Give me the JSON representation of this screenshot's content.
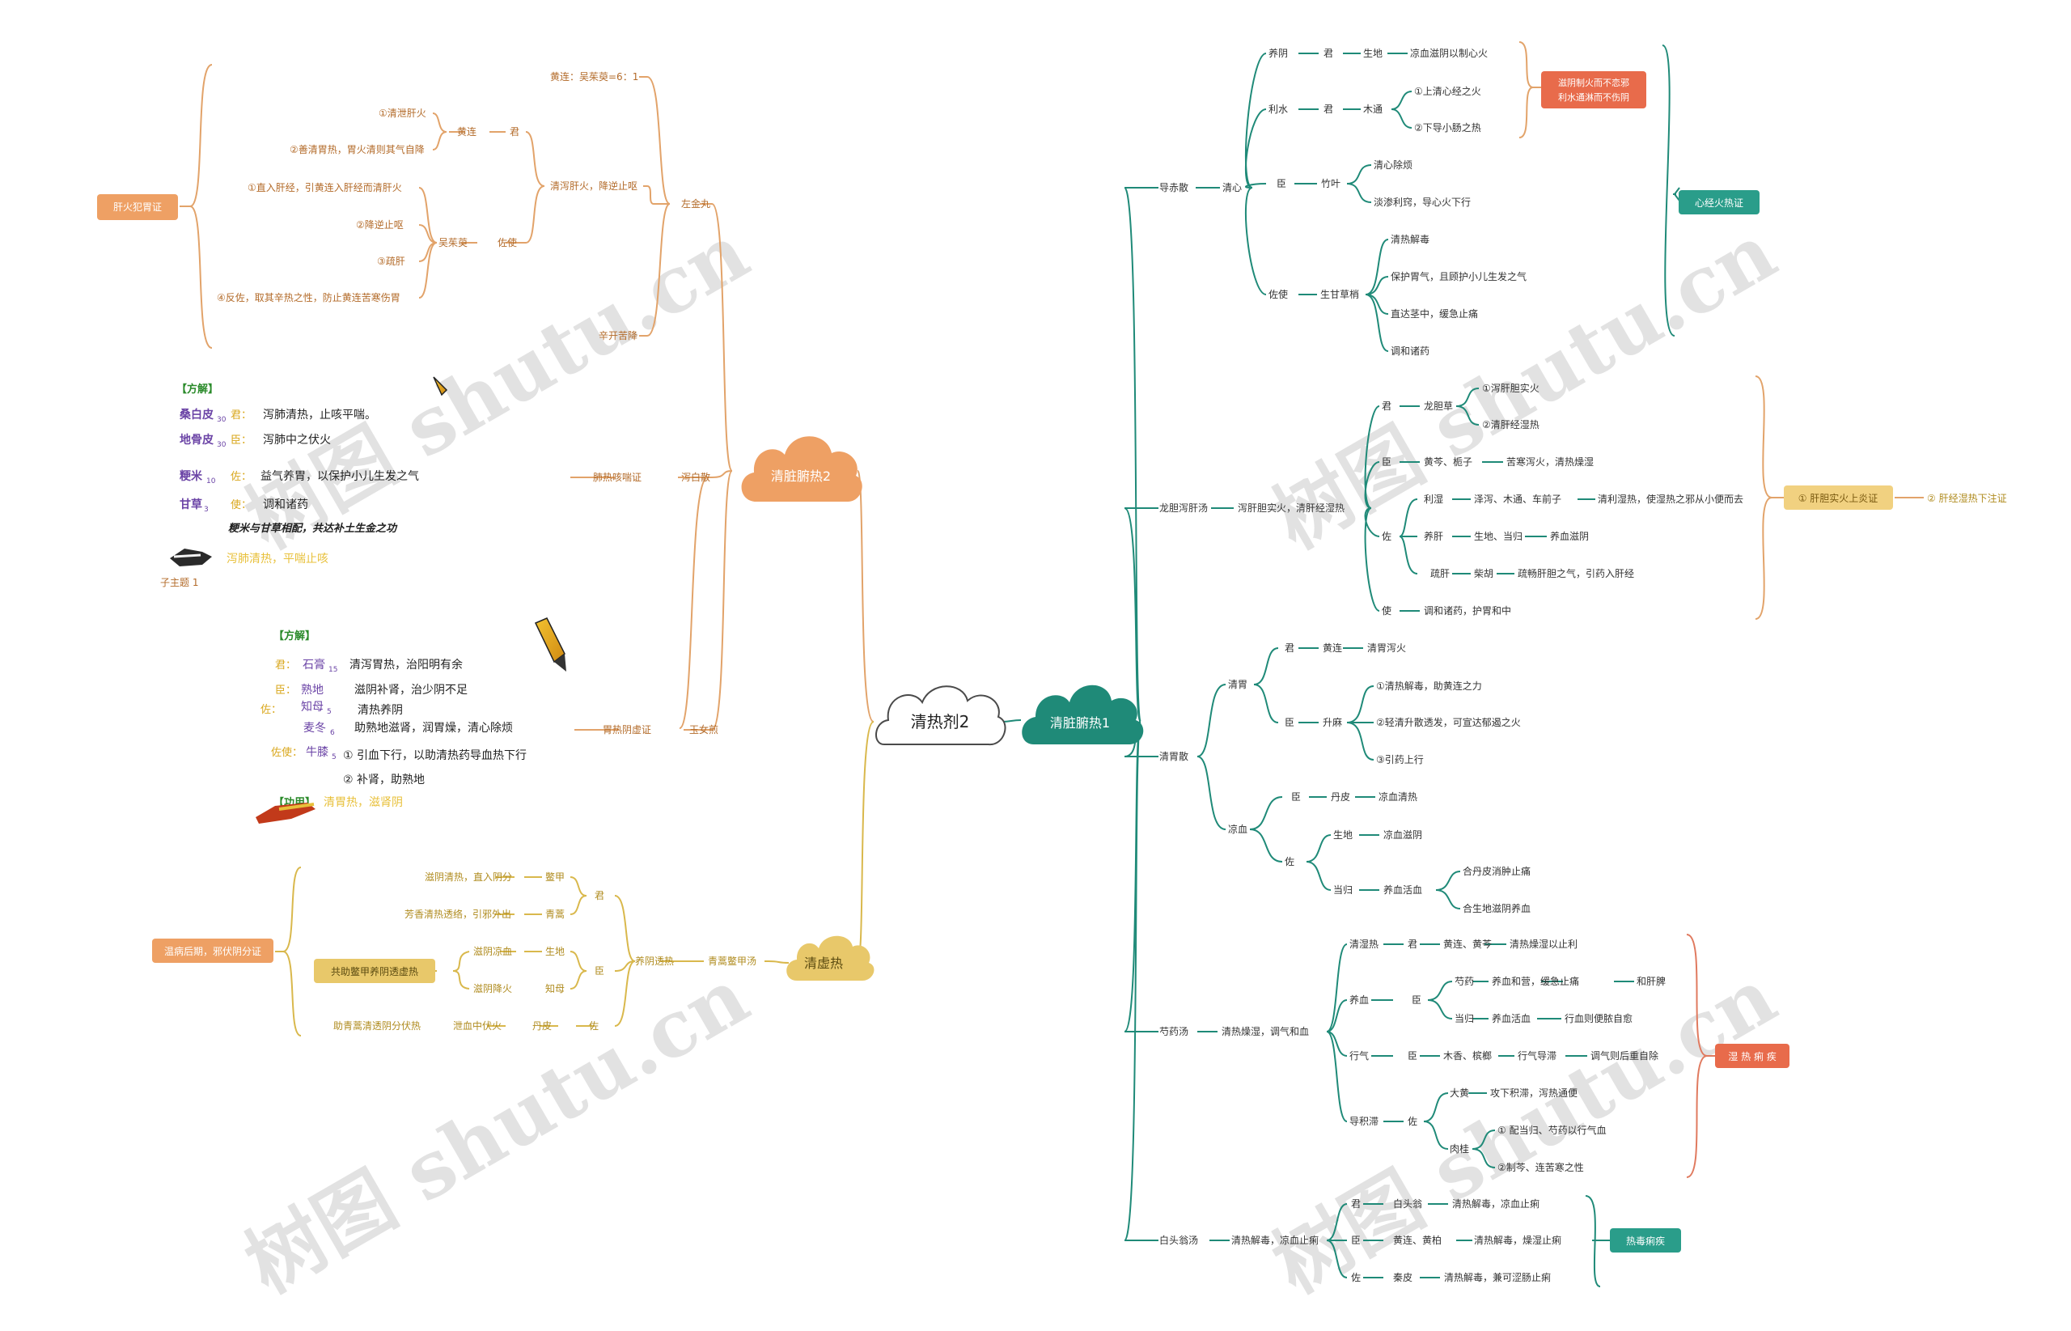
{
  "colors": {
    "green": "#1f8a78",
    "orange": "#e2a36a",
    "yellow": "#d9b84c",
    "purple": "#6b44a6",
    "root_stroke": "#4a4a4a"
  },
  "root": "清热剂2",
  "clouds": {
    "right": "清脏腑热1",
    "left_top": "清脏腑热2",
    "left_bottom": "清虚热"
  },
  "watermark": "树图 shutu.cn",
  "right": {
    "daochi": {
      "name": "导赤散",
      "xin": "清心",
      "yangyin": "养阴",
      "jun1": "君",
      "shengdi": "生地",
      "shengdi_fn": "凉血滋阴以制心火",
      "lishui": "利水",
      "jun2": "君",
      "mutong": "木通",
      "mt1": "①上清心经之火",
      "mt2": "②下导小肠之热",
      "chen": "臣",
      "zhuye": "竹叶",
      "zy1": "清心除烦",
      "zy2": "淡渗利窍，导心火下行",
      "zuoshi": "佐使",
      "gancao": "生甘草梢",
      "gc1": "清热解毒",
      "gc2": "保护胃气，且顾护小儿生发之气",
      "gc3": "直达茎中，缓急止痛",
      "gc4": "调和诸药",
      "box_red": "滋阴制火而不恋邪\n利水通淋而不伤阴",
      "box_green": "心经火热证"
    },
    "longdan": {
      "name": "龙胆泻肝汤",
      "fn": "泻肝胆实火，清肝经湿热",
      "jun": "君",
      "ldc": "龙胆草",
      "ld1": "①泻肝胆实火",
      "ld2": "②清肝经湿热",
      "chen": "臣",
      "hq": "黄芩、栀子",
      "hq_fn": "苦寒泻火，清热燥湿",
      "zuo": "佐",
      "lishi": "利湿",
      "ls_herbs": "泽泻、木通、车前子",
      "ls_fn": "清利湿热，使湿热之邪从小便而去",
      "yanggan": "养肝",
      "yg_herbs": "生地、当归",
      "yg_fn": "养血滋阴",
      "shugan": "疏肝",
      "chaihu": "柴胡",
      "sg_fn": "疏畅肝胆之气，引药入肝经",
      "shi": "使",
      "shi_fn": "调和诸药，护胃和中",
      "box1": "① 肝胆实火上炎证",
      "box2": "② 肝经湿热下注证"
    },
    "qingwei": {
      "name": "清胃散",
      "qw": "清胃",
      "jun": "君",
      "hl": "黄连",
      "hl_fn": "清胃泻火",
      "chen1": "臣",
      "sm": "升麻",
      "sm1": "①清热解毒，助黄连之力",
      "sm2": "②轻清升散透发，可宣达郁遏之火",
      "sm3": "③引药上行",
      "liangxue": "凉血",
      "chen2": "臣",
      "dp": "丹皮",
      "dp_fn": "凉血清热",
      "zuo": "佐",
      "sd": "生地",
      "sd_fn": "凉血滋阴",
      "dg": "当归",
      "dg_fn": "养血活血",
      "dg1": "合丹皮消肿止痛",
      "dg2": "合生地滋阴养血"
    },
    "shaoyao": {
      "name": "芍药汤",
      "fn": "清热燥湿，调气和血",
      "qrzs": "清湿热",
      "jun": "君",
      "herbs1": "黄连、黄芩",
      "fn1": "清热燥湿以止利",
      "yangxue": "养血",
      "chen1": "臣",
      "sy": "芍药",
      "sy_fn": "养血和营，缓急止痛",
      "hegan": "和肝脾",
      "dg": "当归",
      "dg_fn": "养血活血",
      "dg_fn2": "行血则便脓自愈",
      "xingqi": "行气",
      "chen2": "臣",
      "mx": "木香、槟榔",
      "mx_fn": "行气导滞",
      "mx_fn2": "调气则后重自除",
      "daozhi": "导积滞",
      "zuo": "佐",
      "dh": "大黄",
      "dh_fn": "攻下积滞，泻热通便",
      "rg": "肉桂",
      "rg1": "① 配当归、芍药以行气血",
      "rg2": "②制芩、连苦寒之性",
      "box": "湿 热 痢 疾"
    },
    "baitou": {
      "name": "白头翁汤",
      "fn": "清热解毒，凉血止痢",
      "jun": "君",
      "btw": "白头翁",
      "btw_fn": "清热解毒，凉血止痢",
      "chen": "臣",
      "hl": "黄连、黄柏",
      "hl_fn": "清热解毒，燥湿止痢",
      "zuo": "佐",
      "qp": "秦皮",
      "qp_fn": "清热解毒，兼可涩肠止痢",
      "box": "热毒痢疾"
    }
  },
  "left": {
    "zuojin": {
      "name": "左金丸",
      "fn": "清泻肝火，降逆止呕",
      "ratio": "黄连：吴茱萸=6：1",
      "hl": "黄连",
      "jun": "君",
      "hl1": "①清泄肝火",
      "hl2": "②善清胃热，胃火清则其气自降",
      "wzy": "吴茱萸",
      "zuoshi": "佐使",
      "w1": "①直入肝经，引黄连入肝经而清肝火",
      "w2": "②降逆止呕",
      "w3": "③疏肝",
      "w4": "④反佐，取其辛热之性，防止黄连苦寒伤胃",
      "xinkai": "辛开苦降",
      "box": "肝火犯胃证"
    },
    "xiebai": {
      "name": "泻白散",
      "zheng": "肺热咳喘证",
      "heading": "【方解】",
      "h1": "桑白皮",
      "h1s": "30",
      "r1": "君：",
      "f1": "泻肺清热，止咳平喘。",
      "h2": "地骨皮",
      "h2s": "30",
      "r2": "臣：",
      "f2": "泻肺中之伏火",
      "h3": "粳米",
      "h3s": "10",
      "r3": "佐：",
      "f3": "益气养胃，以保护小儿生发之气",
      "h4": "甘草",
      "h4s": "3",
      "r4": "使：",
      "f4": "调和诸药",
      "note": "粳米与甘草相配，共达补土生金之功",
      "effect": "泻肺清热，平喘止咳",
      "subtopic": "子主题 1"
    },
    "yunv": {
      "name": "玉女煎",
      "zheng": "胃热阴虚证",
      "heading": "【方解】",
      "r1": "君：",
      "h1": "石膏",
      "h1s": "15",
      "f1": "清泻胃热，治阳明有余",
      "r2": "臣：",
      "h2": "熟地",
      "h2s": "",
      "f2": "滋阴补肾，治少阴不足",
      "r3": "佐：",
      "h3": "知母",
      "h3s": "5",
      "f3": "清热养阴",
      "h4": "麦冬",
      "h4s": "6",
      "f4": "助熟地滋肾，润胃燥，清心除烦",
      "r5": "佐使：",
      "h5": "牛膝",
      "h5s": "5",
      "f5a": "①  引血下行，以助清热药导血热下行",
      "f5b": "②  补肾，助熟地",
      "effect_label": "【功用】",
      "effect": "清胃热，滋肾阴"
    },
    "qinghao": {
      "name": "青蒿鳖甲汤",
      "fn": "养阴透热",
      "jun": "君",
      "bj": "鳖甲",
      "bj_fn": "滋阴清热，直入阴分",
      "qh": "青蒿",
      "qh_fn": "芳香清热透络，引邪外出",
      "chen": "臣",
      "sd": "生地",
      "sd_fn": "滋阴凉血",
      "zm": "知母",
      "zm_fn": "滋阴降火",
      "box_mid": "共助鳖甲养阴透虚热",
      "zuo": "佐",
      "dp": "丹皮",
      "dp_fn": "泄血中伏火",
      "dp_fn2": "助青蒿清透阴分伏热",
      "box": "温病后期，邪伏阴分证"
    }
  }
}
